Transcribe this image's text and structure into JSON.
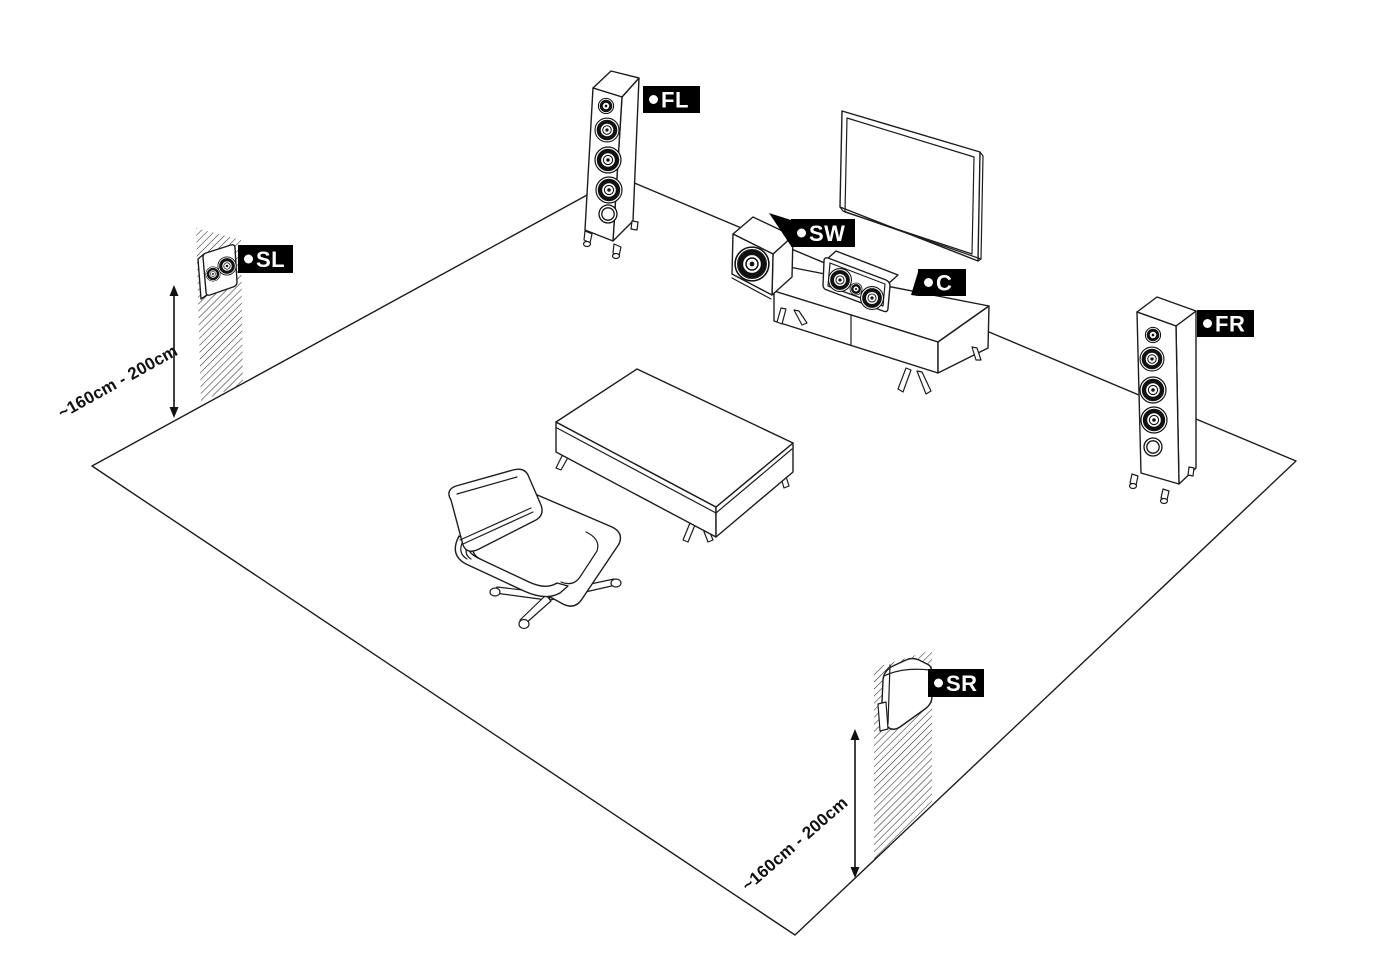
{
  "speaker_labels": {
    "front_left": "FL",
    "front_right": "FR",
    "center": "C",
    "subwoofer": "SW",
    "surround_left": "SL",
    "surround_right": "SR"
  },
  "annotations": {
    "surround_left_mount_height": "~160cm - 200cm",
    "surround_right_mount_height": "~160cm - 200cm"
  },
  "colors": {
    "background": "#ffffff",
    "line_art": "#1c1c1c",
    "label_background": "#000000",
    "label_text": "#ffffff"
  }
}
